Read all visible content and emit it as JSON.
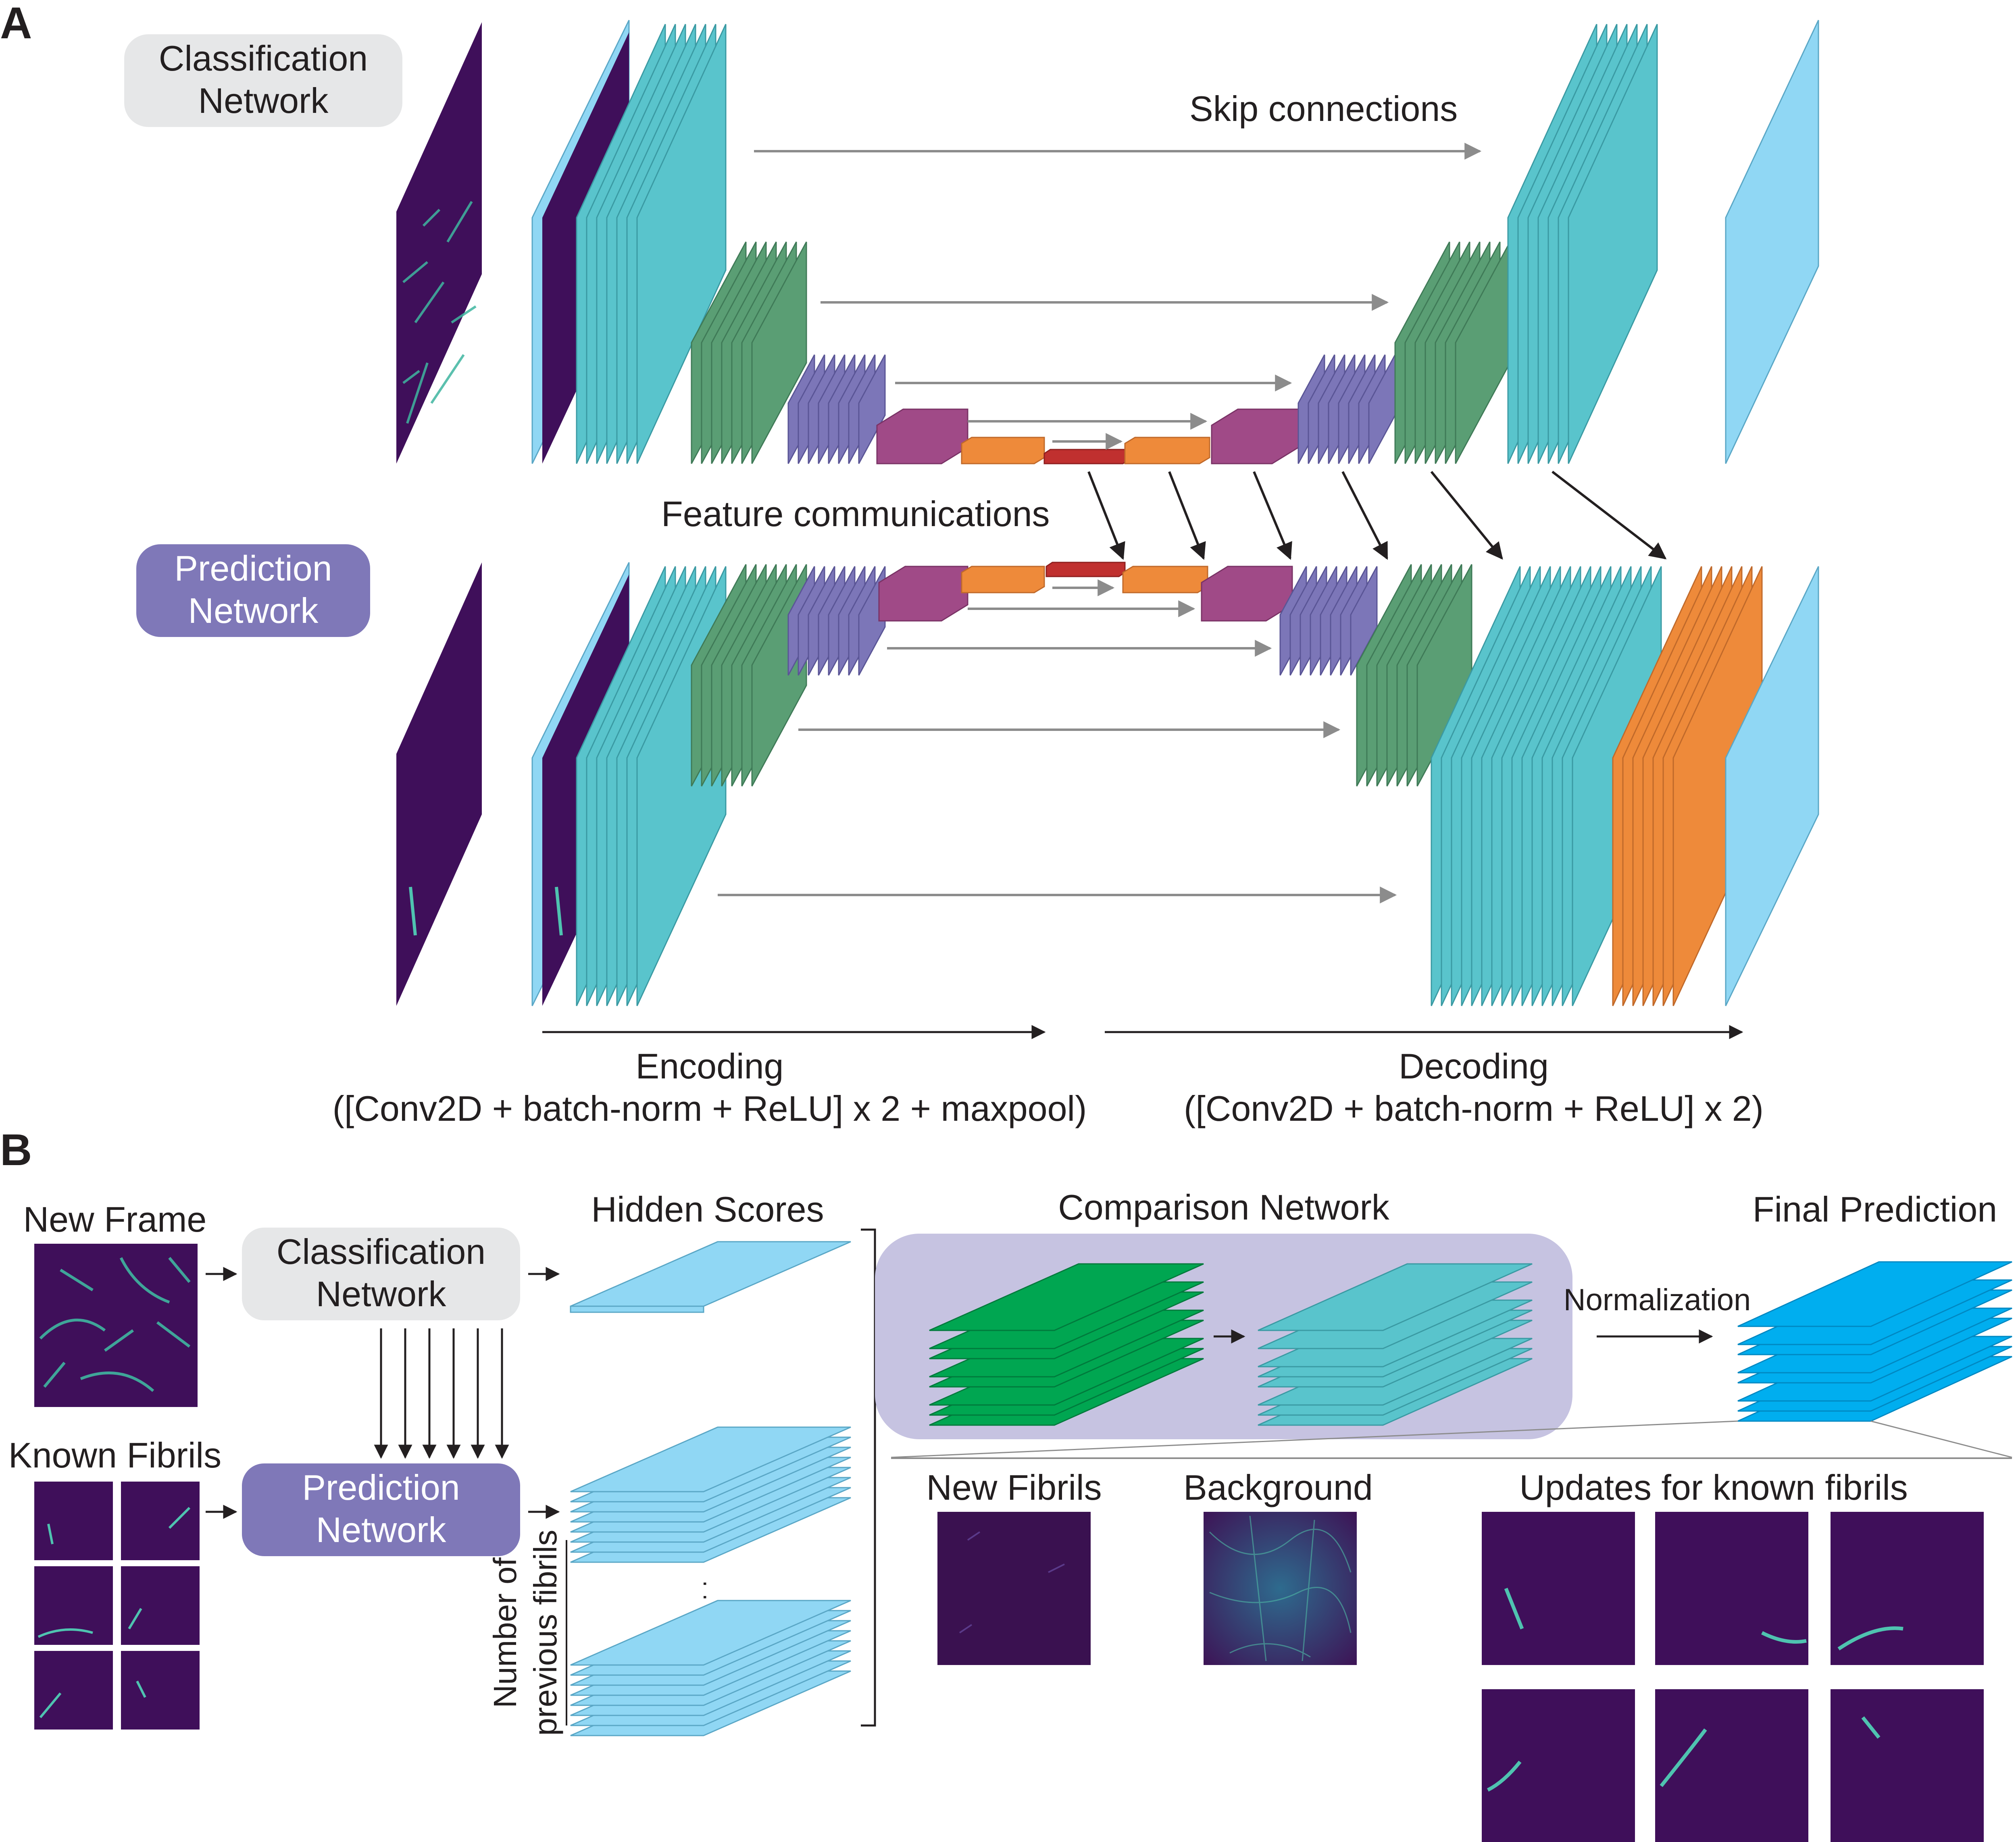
{
  "panel_a": {
    "label": "A",
    "classification_tag": [
      "Classification",
      "Network"
    ],
    "prediction_tag": [
      "Prediction",
      "Network"
    ],
    "skip_label": "Skip connections",
    "feature_label": "Feature communications",
    "encoding_title": "Encoding",
    "encoding_desc": "([Conv2D + batch-norm + ReLU] x 2 + maxpool)",
    "decoding_title": "Decoding",
    "decoding_desc": "([Conv2D + batch-norm + ReLU] x 2)"
  },
  "panel_b": {
    "label": "B",
    "new_frame": "New Frame",
    "known_fibrils": "Known Fibrils",
    "classification_box": [
      "Classification",
      "Network"
    ],
    "prediction_box": [
      "Prediction",
      "Network"
    ],
    "hidden_scores": "Hidden Scores",
    "ellipsis": ". . .",
    "count_label": [
      "Number of",
      "previous fibrils"
    ],
    "comparison_network": "Comparison Network",
    "normalization": "Normalization",
    "final_prediction": "Final Prediction",
    "new_fibrils": "New Fibrils",
    "background": "Background",
    "updates": "Updates for known fibrils"
  },
  "colors": {
    "light_blue": "#90d7f4",
    "teal": "#59c4cc",
    "green": "#5a9e74",
    "purple": "#7c76b8",
    "magenta": "#a04a87",
    "orange": "#ee8a3a",
    "red": "#c0302f",
    "image_dark": "#3f0f5a",
    "tag_gray": "#e6e7e8",
    "tag_purple": "#7f78b8",
    "comparison_bg": "#c6c3e1",
    "comparison_green": "#00a651",
    "final_blue": "#00aeef",
    "arrow_gray": "#8c8c8c"
  }
}
